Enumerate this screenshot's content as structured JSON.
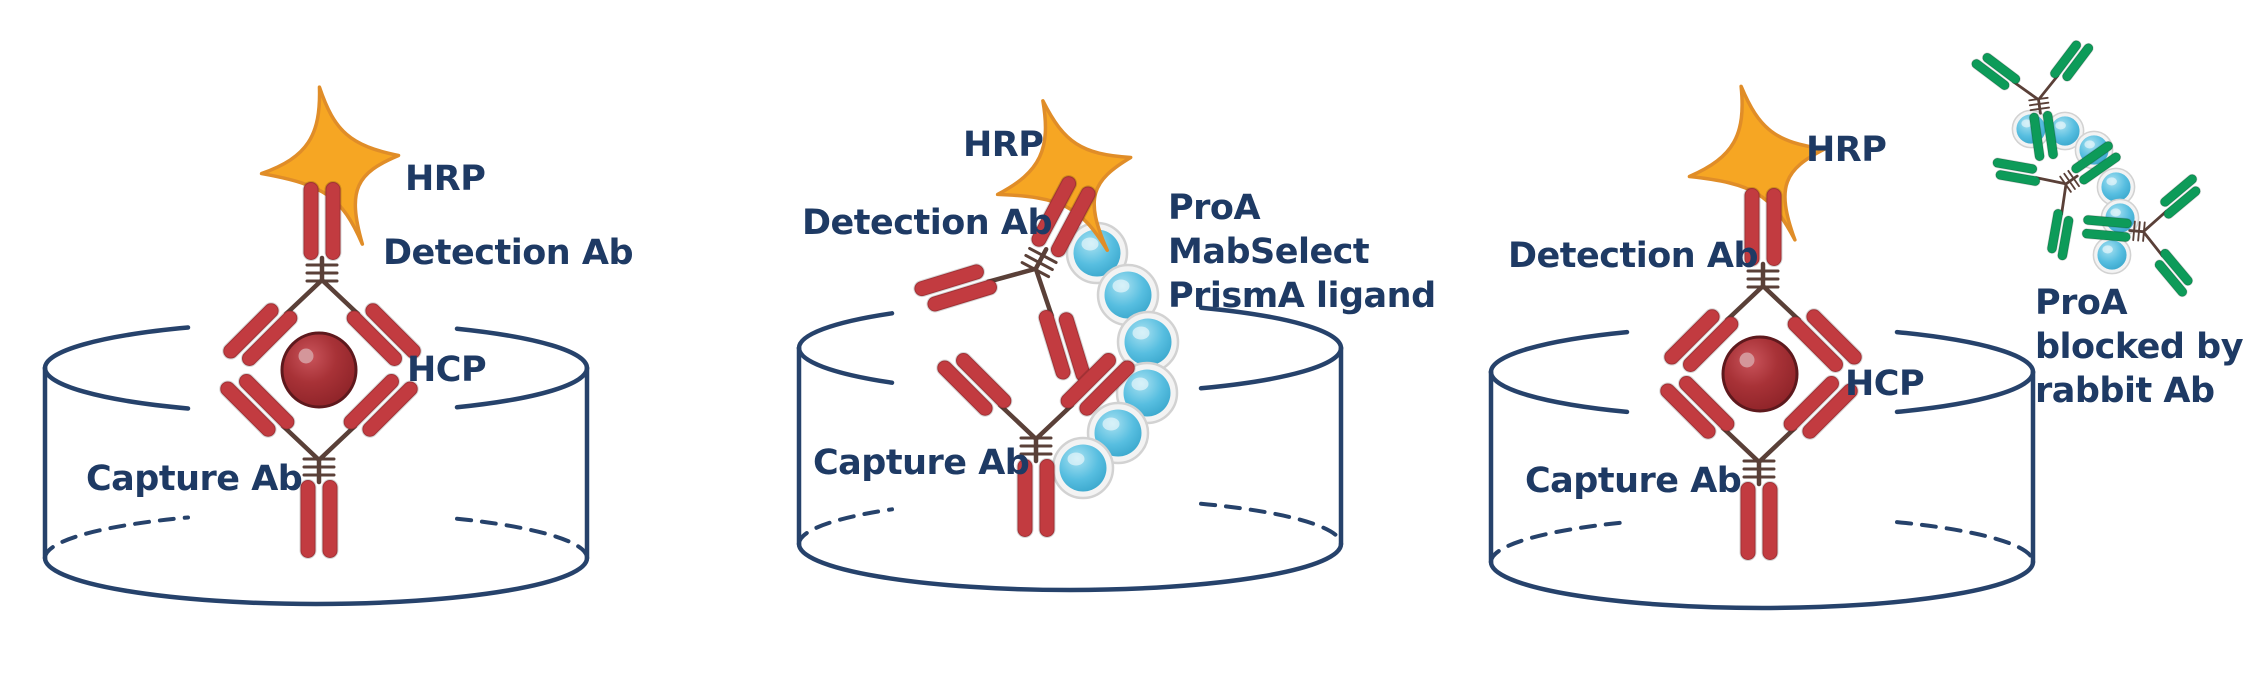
{
  "colors": {
    "antibody_red": "#c23b40",
    "antibody_green": "#0d9b59",
    "hrp_star_orange": "#f6a623",
    "star_outline": "#e08d28",
    "hcp_sphere_red": "#a52e33",
    "bead_blue": "#57bee0",
    "text_navy": "#1e3a64",
    "well_outline": "#26426b",
    "connector_brown": "#5a4038"
  },
  "icons": {
    "hrp": "four-point-star-icon",
    "hcp": "sphere-icon",
    "ligand_bead": "bead-circle-icon",
    "antibody": "y-antibody-icon",
    "well": "open-cylinder-microwell-icon"
  },
  "panels": [
    {
      "name": "sandwich-elisa-hcp-detected",
      "labels": {
        "hrp": "HRP",
        "detection_ab": "Detection Ab",
        "hcp": "HCP",
        "capture_ab": "Capture Ab"
      }
    },
    {
      "name": "prisma-ligand-bridging-interference",
      "labels": {
        "hrp": "HRP",
        "detection_ab": "Detection Ab",
        "capture_ab": "Capture Ab",
        "ligand_lines": [
          "ProA",
          "MabSelect",
          "PrismA ligand"
        ]
      }
    },
    {
      "name": "proa-blocked-by-rabbit-ab",
      "labels": {
        "hrp": "HRP",
        "detection_ab": "Detection Ab",
        "hcp": "HCP",
        "capture_ab": "Capture Ab",
        "blocked_lines": [
          "ProA",
          "blocked by",
          "rabbit Ab"
        ]
      }
    }
  ]
}
